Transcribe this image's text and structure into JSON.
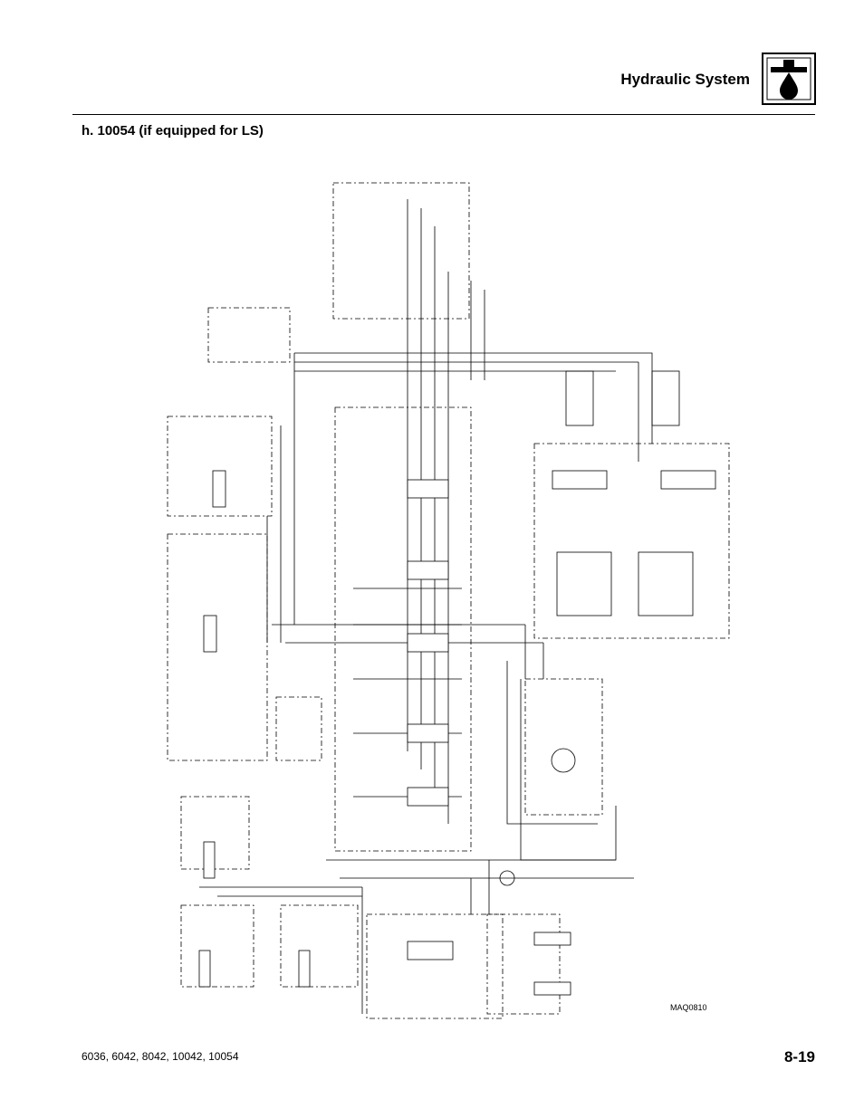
{
  "header": {
    "title": "Hydraulic System",
    "icon": "hydraulic-drop-icon"
  },
  "subsection": {
    "letter": "h.",
    "title": "h.  10054 (if equipped for LS)"
  },
  "figure": {
    "id": "MAQ0810"
  },
  "footer": {
    "models": "6036, 6042, 8042, 10042, 10054",
    "page": "8-19"
  }
}
